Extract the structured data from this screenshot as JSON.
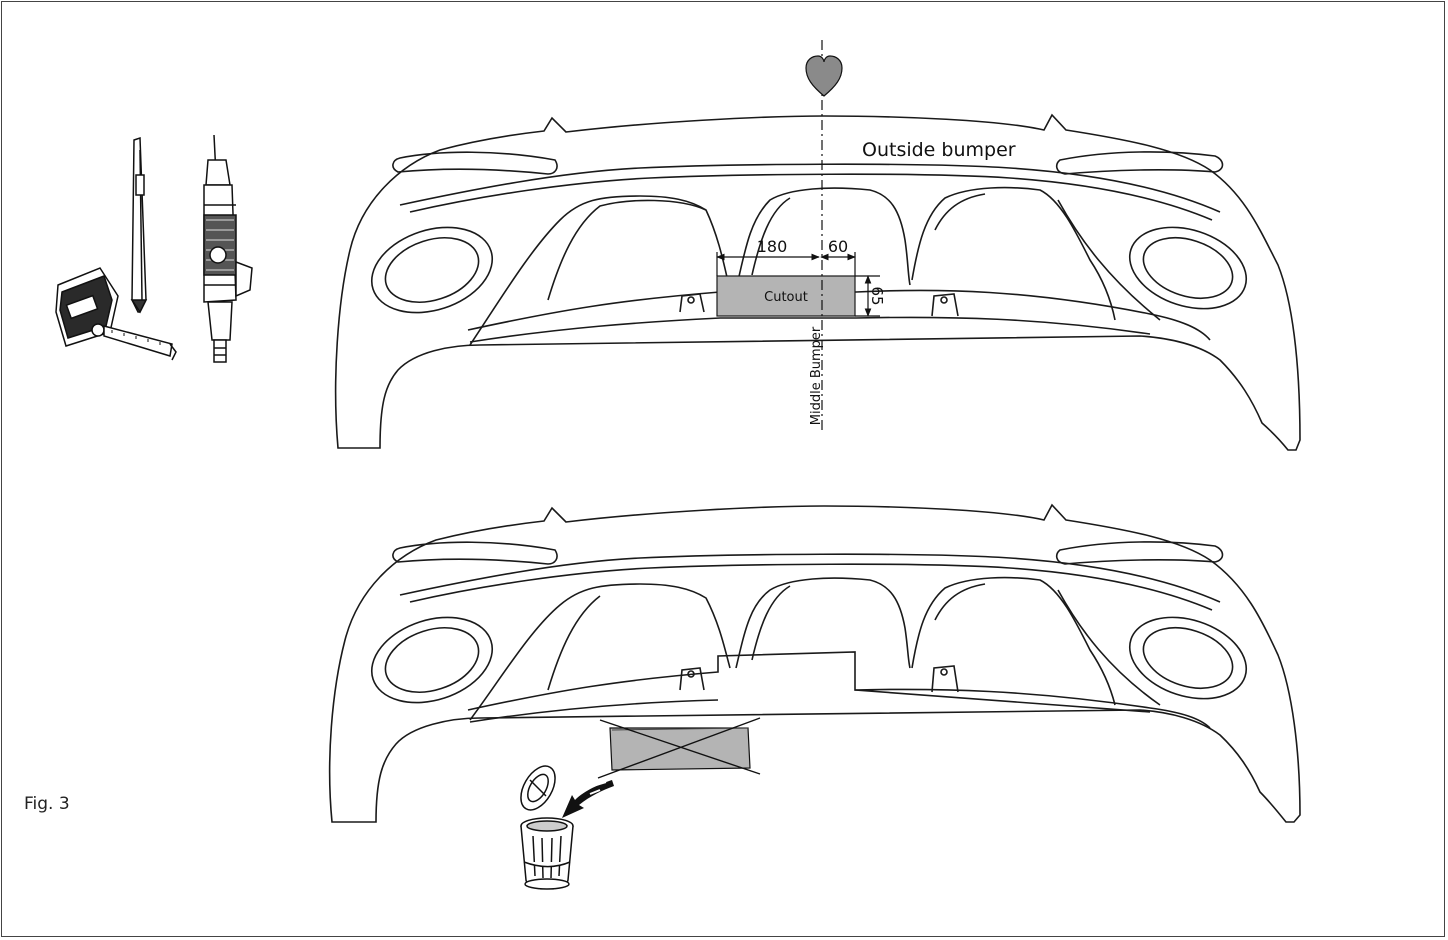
{
  "figure": {
    "caption": "Fig. 3",
    "label_outside_bumper": "Outside bumper",
    "label_cutout": "Cutout",
    "label_middle_bumper": "Middle Bumper",
    "dimensions": {
      "width_left": "180",
      "width_right": "60",
      "height": "65"
    }
  },
  "colors": {
    "line": "#1a1a1a",
    "cutout_fill": "#b4b4b4",
    "heart_fill": "#8a8a8a"
  },
  "icons": [
    "heart-icon",
    "marker-pen-icon",
    "tape-measure-icon",
    "air-saw-icon",
    "trash-can-icon",
    "discard-arrow-icon"
  ]
}
